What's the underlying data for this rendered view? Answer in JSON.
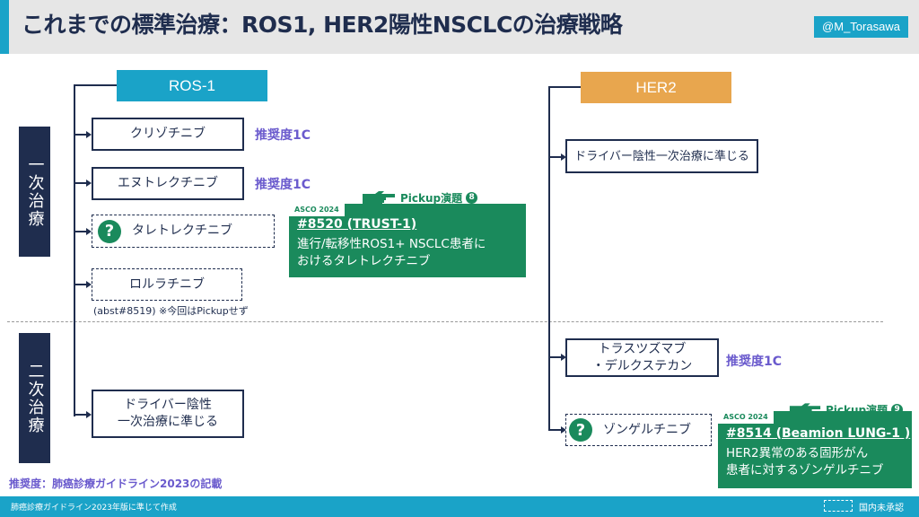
{
  "header": {
    "title": "これまでの標準治療：ROS1, HER2陽性NSCLCの治療戦略",
    "author": "@M_Torasawa"
  },
  "lines": {
    "first": "一次治療",
    "second": "二次治療"
  },
  "ros1": {
    "header": "ROS-1",
    "drugs": [
      {
        "name": "クリゾチニブ",
        "rec": "推奨度1C"
      },
      {
        "name": "エヌトレクチニブ",
        "rec": "推奨度1C"
      },
      {
        "name": "タレトレクチニブ"
      },
      {
        "name": "ロルラチニブ"
      }
    ],
    "second_line": [
      "ドライバー陰性",
      "一次治療に準じる"
    ],
    "footnote": "(abst#8519) ※今回はPickupせず"
  },
  "her2": {
    "header": "HER2",
    "first_line": "ドライバー陰性一次治療に準じる",
    "second_drug": [
      "トラスツズマブ",
      "・デルクステカン"
    ],
    "second_rec": "推奨度1C",
    "third_drug": "ゾンゲルチニブ"
  },
  "asco1": {
    "tag": "ASCO 2024",
    "abst": "#8520 (TRUST-1)",
    "desc": [
      "進行/転移性ROS1+ NSCLC患者に",
      "おけるタレトレクチニブ"
    ],
    "pickup": "Pickup演題",
    "pickup_num": "8"
  },
  "asco2": {
    "tag": "ASCO 2024",
    "abst": "#8514 (Beamion LUNG-1 )",
    "desc": [
      "HER2異常のある固形がん",
      "患者に対するゾンゲルチニブ"
    ],
    "pickup": "Pickup演題",
    "pickup_num": "9"
  },
  "notes": {
    "guideline": "推奨度：肺癌診療ガイドライン2023の記載",
    "footer": "肺癌診療ガイドライン2023年版に準じて作成",
    "legend": "国内未承認"
  },
  "icons": {
    "question": "?",
    "pointing_hand": "pointing-hand"
  },
  "colors": {
    "navy": "#1f2d4e",
    "cyan": "#1aa3c8",
    "orange": "#e8a64e",
    "green": "#1a8a5c",
    "purple": "#6a5acd"
  }
}
